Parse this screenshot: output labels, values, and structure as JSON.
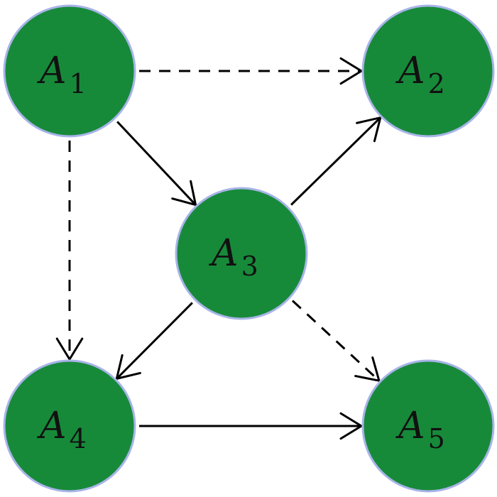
{
  "nodes": [
    {
      "id": "A1",
      "letter": "A",
      "sub": "1"
    },
    {
      "id": "A2",
      "letter": "A",
      "sub": "2"
    },
    {
      "id": "A3",
      "letter": "A",
      "sub": "3"
    },
    {
      "id": "A4",
      "letter": "A",
      "sub": "4"
    },
    {
      "id": "A5",
      "letter": "A",
      "sub": "5"
    }
  ],
  "edges": [
    {
      "from": "A1",
      "to": "A2",
      "style": "dashed"
    },
    {
      "from": "A1",
      "to": "A4",
      "style": "dashed"
    },
    {
      "from": "A1",
      "to": "A3",
      "style": "solid"
    },
    {
      "from": "A3",
      "to": "A2",
      "style": "solid"
    },
    {
      "from": "A3",
      "to": "A4",
      "style": "solid"
    },
    {
      "from": "A3",
      "to": "A5",
      "style": "dashed"
    },
    {
      "from": "A4",
      "to": "A5",
      "style": "solid"
    }
  ],
  "colors": {
    "node_fill": "#178a3a",
    "node_stroke": "#a8b4e8",
    "edge": "#000000"
  }
}
